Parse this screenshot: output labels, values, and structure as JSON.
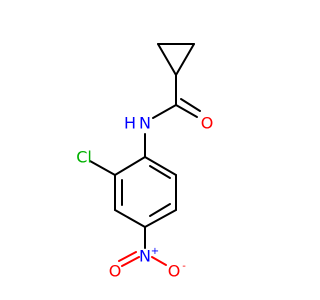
{
  "molecule": {
    "atoms": {
      "nh": "N",
      "h": "H",
      "o_carbonyl": "O",
      "cl": "Cl",
      "n_nitro": "N",
      "n_plus": "+",
      "o_nitro_left": "O",
      "o_nitro_right": "O",
      "o_minus": "-"
    },
    "colors": {
      "carbon_bond": "#000000",
      "nitrogen": "#0000ff",
      "oxygen": "#ff0000",
      "chlorine": "#00b000"
    }
  }
}
